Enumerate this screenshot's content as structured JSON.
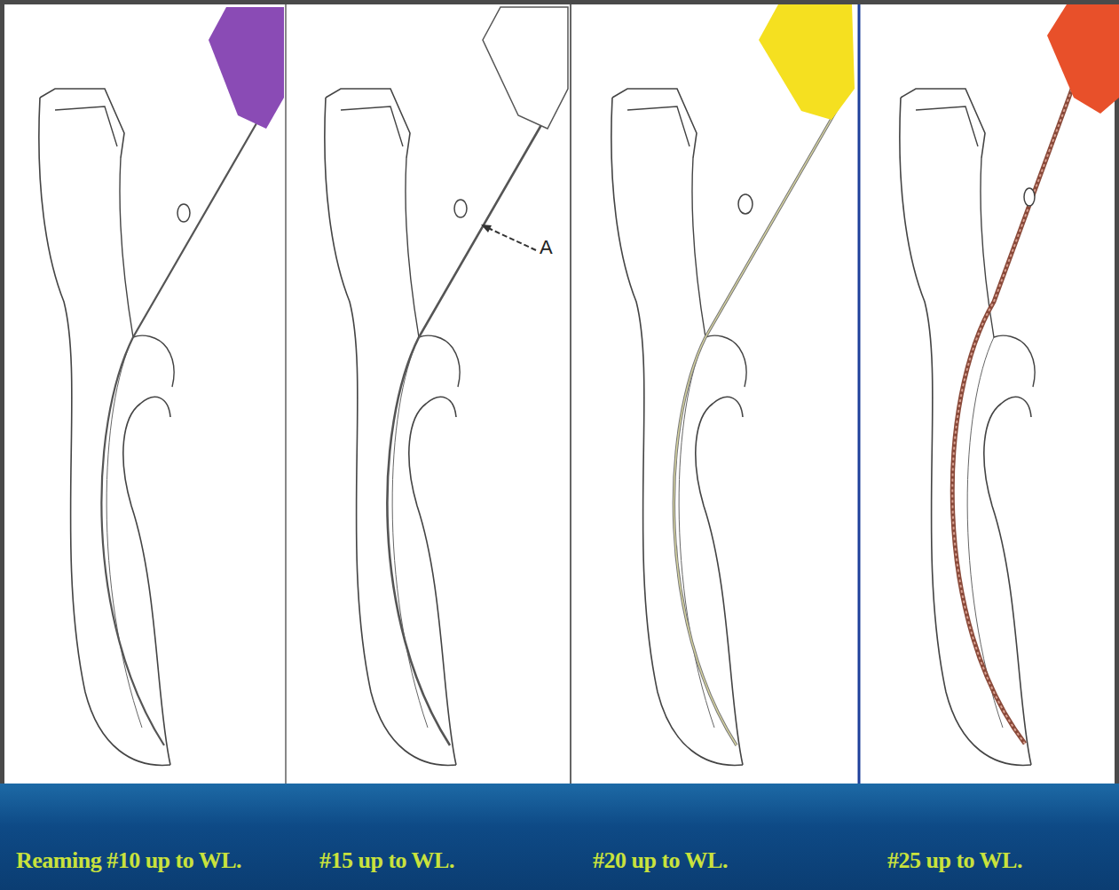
{
  "diagram": {
    "nodes": [
      {
        "text": [
          "Reaming #10 up to WL.",
          "#15 up to WL.",
          "#20 up to WL.",
          "#25 up to WL."
        ]
      }
    ],
    "labels": [
      "A"
    ]
  }
}
